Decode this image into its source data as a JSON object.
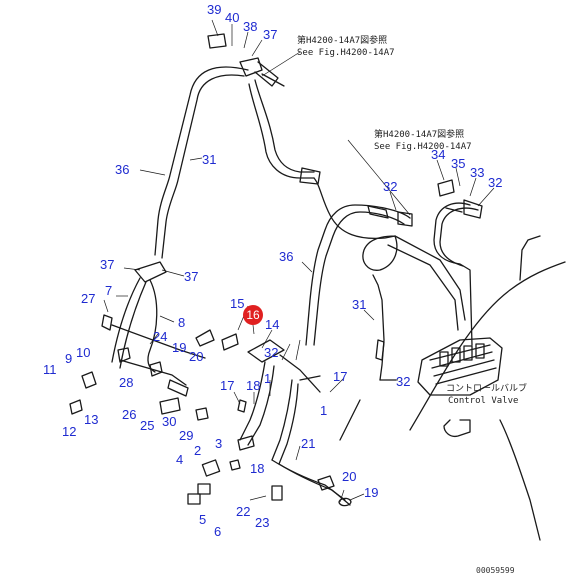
{
  "references": {
    "ref_top_jp": "第H4200-14A7図参照",
    "ref_top_en": "See Fig.H4200-14A7",
    "ref_right_jp": "第H4200-14A7図参照",
    "ref_right_en": "See Fig.H4200-14A7"
  },
  "control_valve": {
    "label_jp": "コントロールバルブ",
    "label_en": "Control Valve"
  },
  "highlighted_part": "16",
  "serial": "00059599",
  "callouts": [
    "39",
    "40",
    "38",
    "37",
    "36",
    "31",
    "34",
    "35",
    "33",
    "32",
    "32",
    "36",
    "37",
    "37",
    "27",
    "7",
    "8",
    "24",
    "15",
    "14",
    "31",
    "9",
    "10",
    "19",
    "20",
    "32",
    "11",
    "28",
    "17",
    "17",
    "18",
    "1",
    "32",
    "26",
    "25",
    "30",
    "29",
    "1",
    "2",
    "3",
    "4",
    "18",
    "21",
    "20",
    "19",
    "22",
    "23",
    "5",
    "6",
    "12",
    "13"
  ],
  "colors": {
    "callout": "#1f2bd0",
    "highlight": "#e02020",
    "line": "#1a1a1a"
  }
}
